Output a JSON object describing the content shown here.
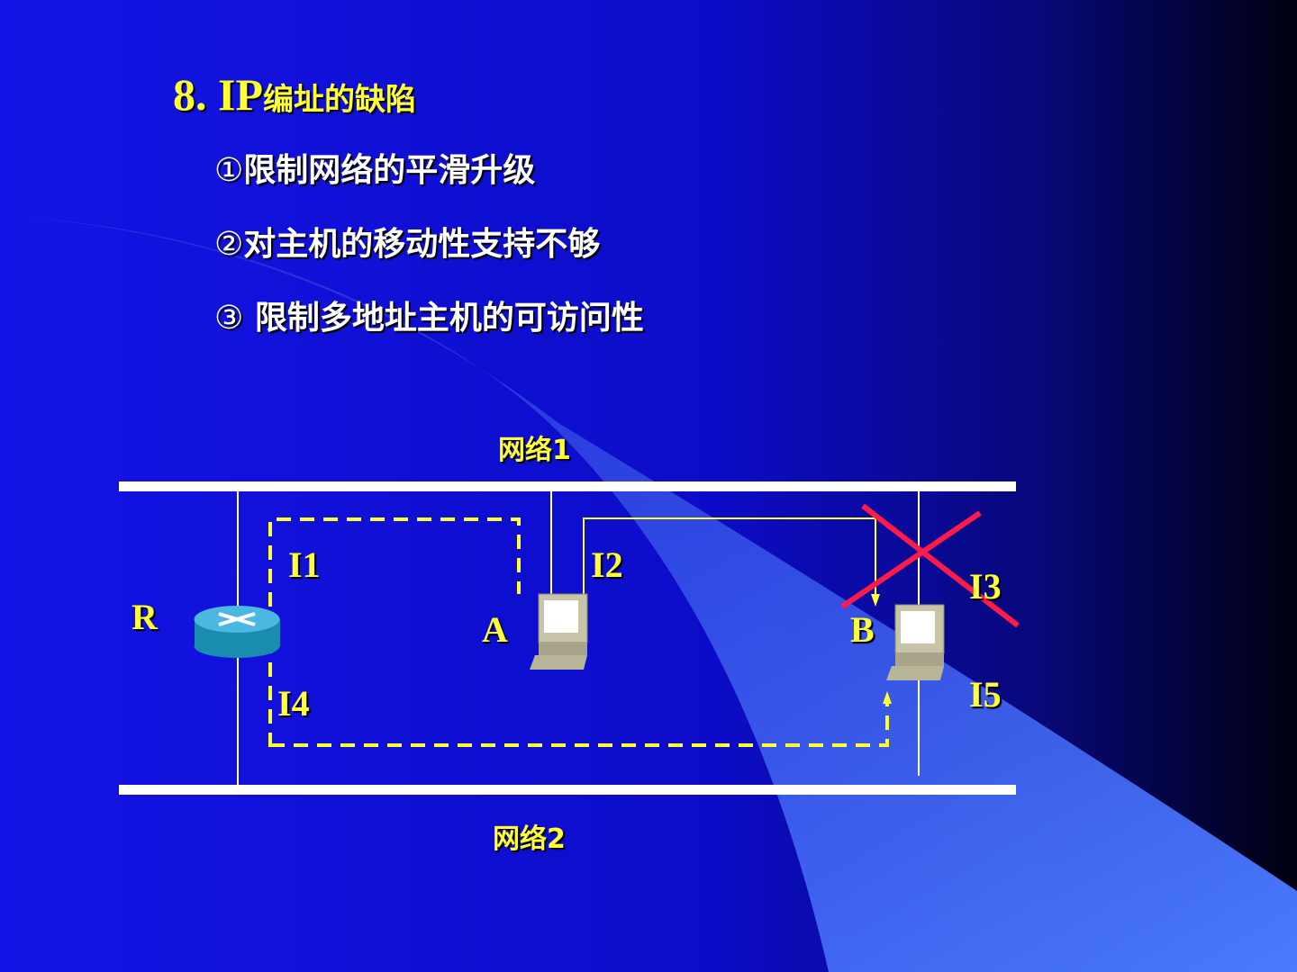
{
  "title": {
    "number": "8. IP",
    "text": "编址的缺陷"
  },
  "items": [
    {
      "marker": "①",
      "text": "限制网络的平滑升级"
    },
    {
      "marker": "②",
      "text": "对主机的移动性支持不够"
    },
    {
      "marker": "③",
      "text": " 限制多地址主机的可访问性"
    }
  ],
  "diagram": {
    "network1": "网络1",
    "network2": "网络2",
    "router_label": "R",
    "host_a": "A",
    "host_b": "B",
    "interfaces": [
      "I1",
      "I2",
      "I3",
      "I4",
      "I5"
    ]
  },
  "colors": {
    "label": "#ffff33",
    "cross": "#ff1a4a",
    "background": "#1212e0"
  }
}
